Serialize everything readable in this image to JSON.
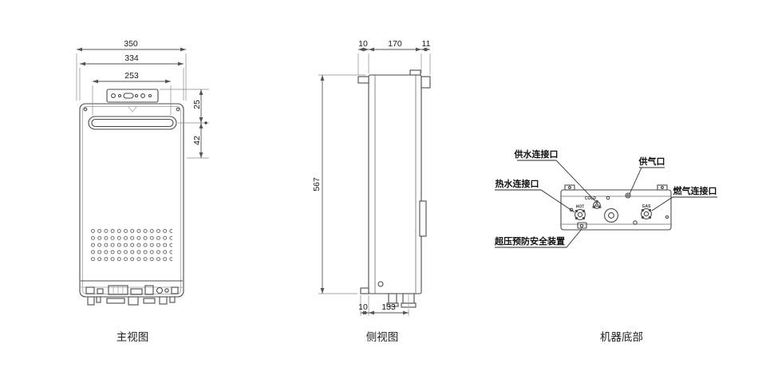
{
  "front_view": {
    "caption": "主视图",
    "dim_350": "350",
    "dim_334": "334",
    "dim_253": "253",
    "dim_25": "25",
    "dim_42": "42"
  },
  "side_view": {
    "caption": "侧视图",
    "dim_top_10": "10",
    "dim_top_170": "170",
    "dim_top_11": "11",
    "dim_567": "567",
    "dim_bottom_10": "10",
    "dim_bottom_133": "133"
  },
  "bottom_view": {
    "caption": "机器底部",
    "label_water_supply": "供水连接口",
    "label_gas_supply": "供气口",
    "label_hot_water": "热水连接口",
    "label_gas_connection": "燃气连接口",
    "label_safety_device": "超压预防安全装置",
    "mark_cold": "COLD",
    "mark_hot": "HOT",
    "mark_gas": "GAS"
  },
  "colors": {
    "line": "#4a4a4a",
    "dimension": "#555555",
    "text": "#1a1a1a",
    "background": "#ffffff"
  }
}
